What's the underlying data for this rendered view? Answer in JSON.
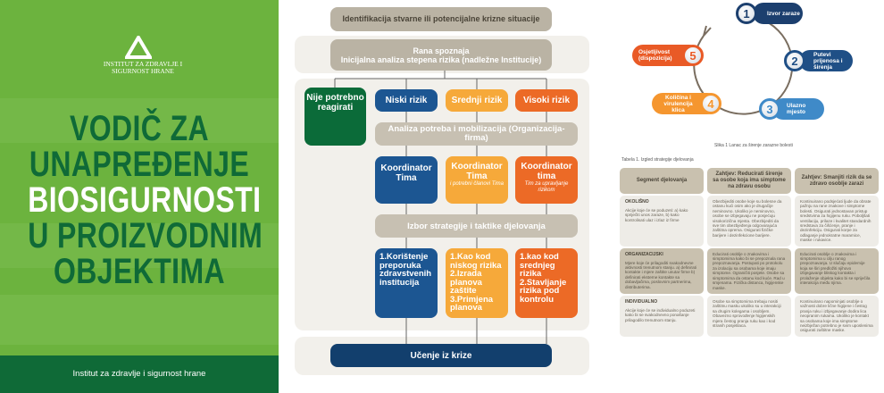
{
  "cover": {
    "logo_text": "INSTITUT ZA ZDRAVLJE I SIGURNOST HRANE",
    "title_lines": [
      "VODIČ ZA",
      "UNAPREĐENJE",
      "BIOSIGURNOSTI",
      "U PROIZVODNIM",
      "OBJEKTIMA"
    ],
    "publisher": "Institut za zdravlje i sigurnost hrane",
    "colors": {
      "background": "#6cb33e",
      "title": "#0f6a37",
      "band": "#0f6a37"
    }
  },
  "flowchart": {
    "identification": "Identifikacija stvarne ili potencijalne krizne situacije",
    "early_line1": "Rana spoznaja",
    "early_line2": "Inicijalna analiza stepena rizika (nadležne Institucije)",
    "no_action": "Nije potrebno reagirati",
    "risks": [
      "Niski rizik",
      "Srednji rizik",
      "Visoki rizik"
    ],
    "analysis": "Analiza potreba i mobilizacija (Organizacija-firma)",
    "coordinators": [
      {
        "title": "Koordinator Tima",
        "sub": ""
      },
      {
        "title": "Koordinator Tima",
        "sub": "i potrebni članovi Tima"
      },
      {
        "title": "Koordinator tima",
        "sub": "Tim za upravljanje rizikom"
      }
    ],
    "strategy": "Izbor strategije i taktike djelovanja",
    "steps": [
      "1.Korištenje preporuka zdravstvenih institucija",
      "1.Kao kod niskog rizika 2.Izrada planova zaštite 3.Primjena planova",
      "1.kao kod srednjeg rizika 2.Stavljanje rizika pod kontrolu"
    ],
    "learning": "Učenje iz krize",
    "colors": {
      "low": "#1c5692",
      "medium": "#f6a93a",
      "high": "#ec6a26",
      "none": "#0b6b39",
      "learning": "#123f6d"
    }
  },
  "cycle": {
    "nodes": [
      {
        "n": "1",
        "label": "Izvor zaraze",
        "color": "#1c3f6e"
      },
      {
        "n": "2",
        "label": "Putevi prijenosa i širenja",
        "color": "#1f4f86"
      },
      {
        "n": "3",
        "label": "Ulazno mjesto",
        "color": "#3f8ac8"
      },
      {
        "n": "4",
        "label": "Količina i virulencija klica",
        "color": "#f5962f"
      },
      {
        "n": "5",
        "label": "Osjetljivost (dispozicija)",
        "color": "#e95a26"
      }
    ],
    "caption": "Slika 1 Lanac za širenje zarazne bolesti"
  },
  "table": {
    "caption": "Tabela 1. Izgled strategije djelovanja",
    "headers": [
      "Segment djelovanja",
      "Zahtjev: Reducirati širenje sa osobe koja ima simptome na zdravu osobu",
      "Zahtjev: Smanjiti rizik da se zdravo osoblje zarazi"
    ],
    "rows": [
      {
        "segment": "OKOLIŠNO",
        "segment_text": "Akcije koje će se poduzeti: a) kako spriječiti unos zaraze, b) kako kontrolisati ulaz i izlaz iz firme",
        "col2": "Obezbijediti osobe koje su bolesne da ostanu kući osim ako je drugačije neminovno. Ukoliko je neminovno, osobe se izbjegavaju ne posjećuju visokorizična mjesta. Obezbijediti da sve tim obezbjeđenja odgovarajuća zaštitna oprema. Osigurati fizičke barijere i dezinfekcione barijere.",
        "col3": "Kontinuirano podsjećati ljude da obrate pažnju na rane znakove i simptome bolesti. Osigurati jednostavan pristup sredstvima za higijenu ruku. Poboljšati ventilaciju, prilaze i kvalitet standardnih sredstava za čišćenje, pranje i dezinfekciju. Osigurati korpe za odlaganje jednokratne maramice, maske i rukavice."
      },
      {
        "segment": "ORGANIZACIJSKI",
        "segment_text": "Mjere koje će prilagoditi svakodnevne aktivnosti trenutnom stanju. a) definirati kontakte i mjere zaštite unutar firme b) definirati eksterne kontakte sa dobavljačima, poslovnim partnerima, distributerima.",
        "col2": "Educirati osoblje o znakovima i simptomima kako bi se prepoznala rana prepoznavanja. Postupati po protokolu za izolaciju sa osobama koje imaju simptome. Ograničiti posjete. Osobe sa simptomima da ostanu kod kuće. Rad u smjenama. Fizička distanca, higijenske maske.",
        "col3": "Educirati osoblje o znakovima i simptomima u cilju ranog prepoznavanja. U slučaju epidemije koja se širi predložiti njihovo izbjegavanje bliskog kontakta i prolaženje objekta kako bi se spriječila interakcija među njima."
      },
      {
        "segment": "INDIVIDUALNO",
        "segment_text": "Akcije koje će se individualno poduzeti kako bi se svakodnevno ponašanje prilagodilo trenutnom stanju.",
        "col2": "Osobe sa simptomima trebaju nositi zaštitnu masku ukoliko su u interakciji sa drugim kolegama i osobljem. Obavezno sprovođenje higijenskih mjera čestog pranja ruku kao i kod stranih posjetilaca.",
        "col3": "Kontinuirano napominjati osoblje o važnosti dobre lične higijene i čestog pranja ruku i izbjegavanje dodira lica neopranim rukama. Ukoliko je kontakt sa osobama koje ima simptome neizbježan potrebno je svim uposlenima osigurati zaštitne maske."
      }
    ]
  }
}
